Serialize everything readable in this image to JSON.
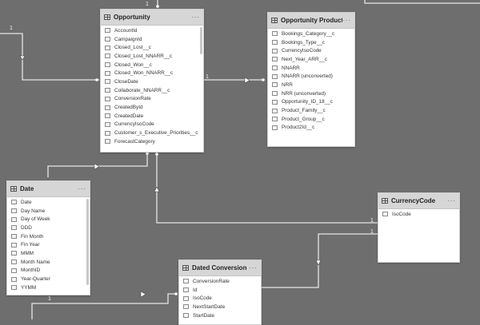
{
  "colors": {
    "canvas": "#6e6e6e",
    "header": "#d6d6d6",
    "link": "#e6e6e6"
  },
  "cardinality": {
    "one": "1"
  },
  "more_menu": "···",
  "tables": {
    "opportunity": {
      "title": "Opportunity",
      "fields": [
        "AccountId",
        "CampaignId",
        "Closed_Lost__c",
        "Closed_Lost_NNARR__c",
        "Closed_Won__c",
        "Closed_Won_NNARR__c",
        "CloseDate",
        "Collaborate_NNARR__c",
        "ConversionRate",
        "CreatedById",
        "CreatedDate",
        "CurrencyIsoCode",
        "Customer_s_Executive_Priorities__c",
        "ForecastCategory"
      ]
    },
    "opportunity_product": {
      "title": "Opportunity Product",
      "fields": [
        "Bookings_Category__c",
        "Bookings_Type__c",
        "CurrencyIsoCode",
        "Next_Year_ARR__c",
        "NNARR",
        "NNARR (unconverted)",
        "NRR",
        "NRR (unconverted)",
        "Opportunity_ID_18__c",
        "Product_Family__c",
        "Product_Group__c",
        "Product2Id__c"
      ]
    },
    "date": {
      "title": "Date",
      "fields": [
        "Date",
        "Day Name",
        "Day of Week",
        "DDD",
        "Fin Month",
        "Fin Year",
        "MMM",
        "Month Name",
        "MonthID",
        "Year-Quarter",
        "YYMM"
      ]
    },
    "currency_code": {
      "title": "CurrencyCode",
      "fields": [
        "IsoCode"
      ]
    },
    "dated_conversion_rate": {
      "title": "Dated Conversion Rate",
      "fields": [
        "ConversionRate",
        "Id",
        "IsoCode",
        "NextStartDate",
        "StartDate"
      ]
    }
  }
}
